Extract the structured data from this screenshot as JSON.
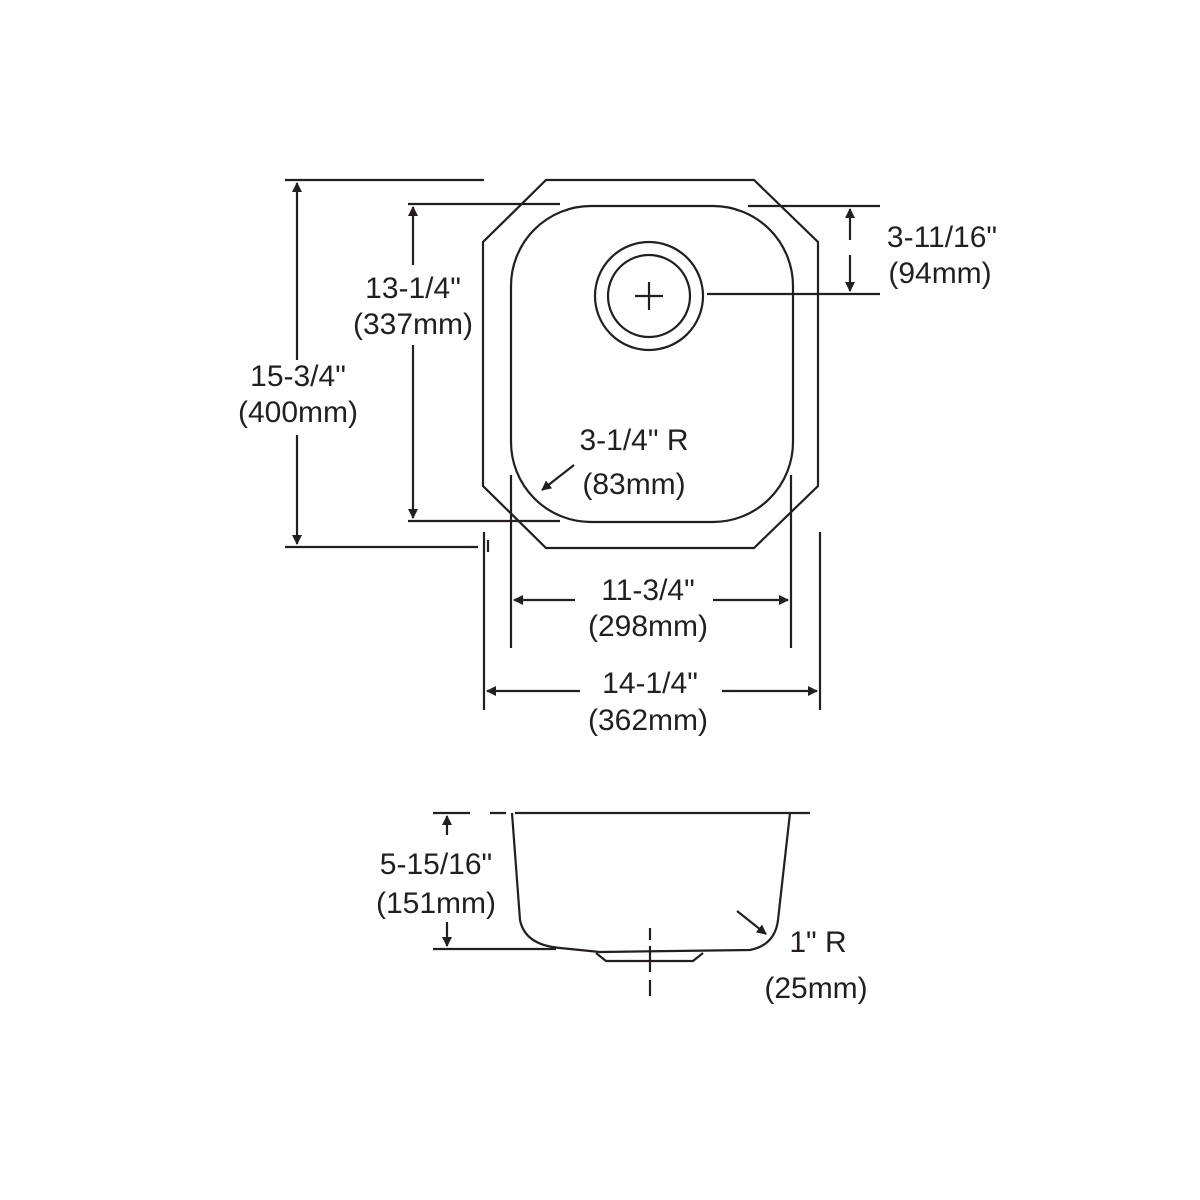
{
  "diagram": {
    "type": "technical drawing",
    "subject": "undermount single bowl sink",
    "colors": {
      "line": "#231f20",
      "background": "#ffffff"
    },
    "top_view": {
      "overall_depth": {
        "imperial": "15-3/4\"",
        "metric": "(400mm)"
      },
      "bowl_depth": {
        "imperial": "13-1/4\"",
        "metric": "(337mm)"
      },
      "drain_offset": {
        "imperial": "3-11/16\"",
        "metric": "(94mm)"
      },
      "corner_radius": {
        "imperial": "3-1/4\" R",
        "metric": "(83mm)"
      },
      "bowl_width": {
        "imperial": "11-3/4\"",
        "metric": "(298mm)"
      },
      "overall_width": {
        "imperial": "14-1/4\"",
        "metric": "(362mm)"
      }
    },
    "side_view": {
      "bowl_height": {
        "imperial": "5-15/16\"",
        "metric": "(151mm)"
      },
      "bottom_radius": {
        "imperial": "1\" R",
        "metric": "(25mm)"
      }
    }
  }
}
